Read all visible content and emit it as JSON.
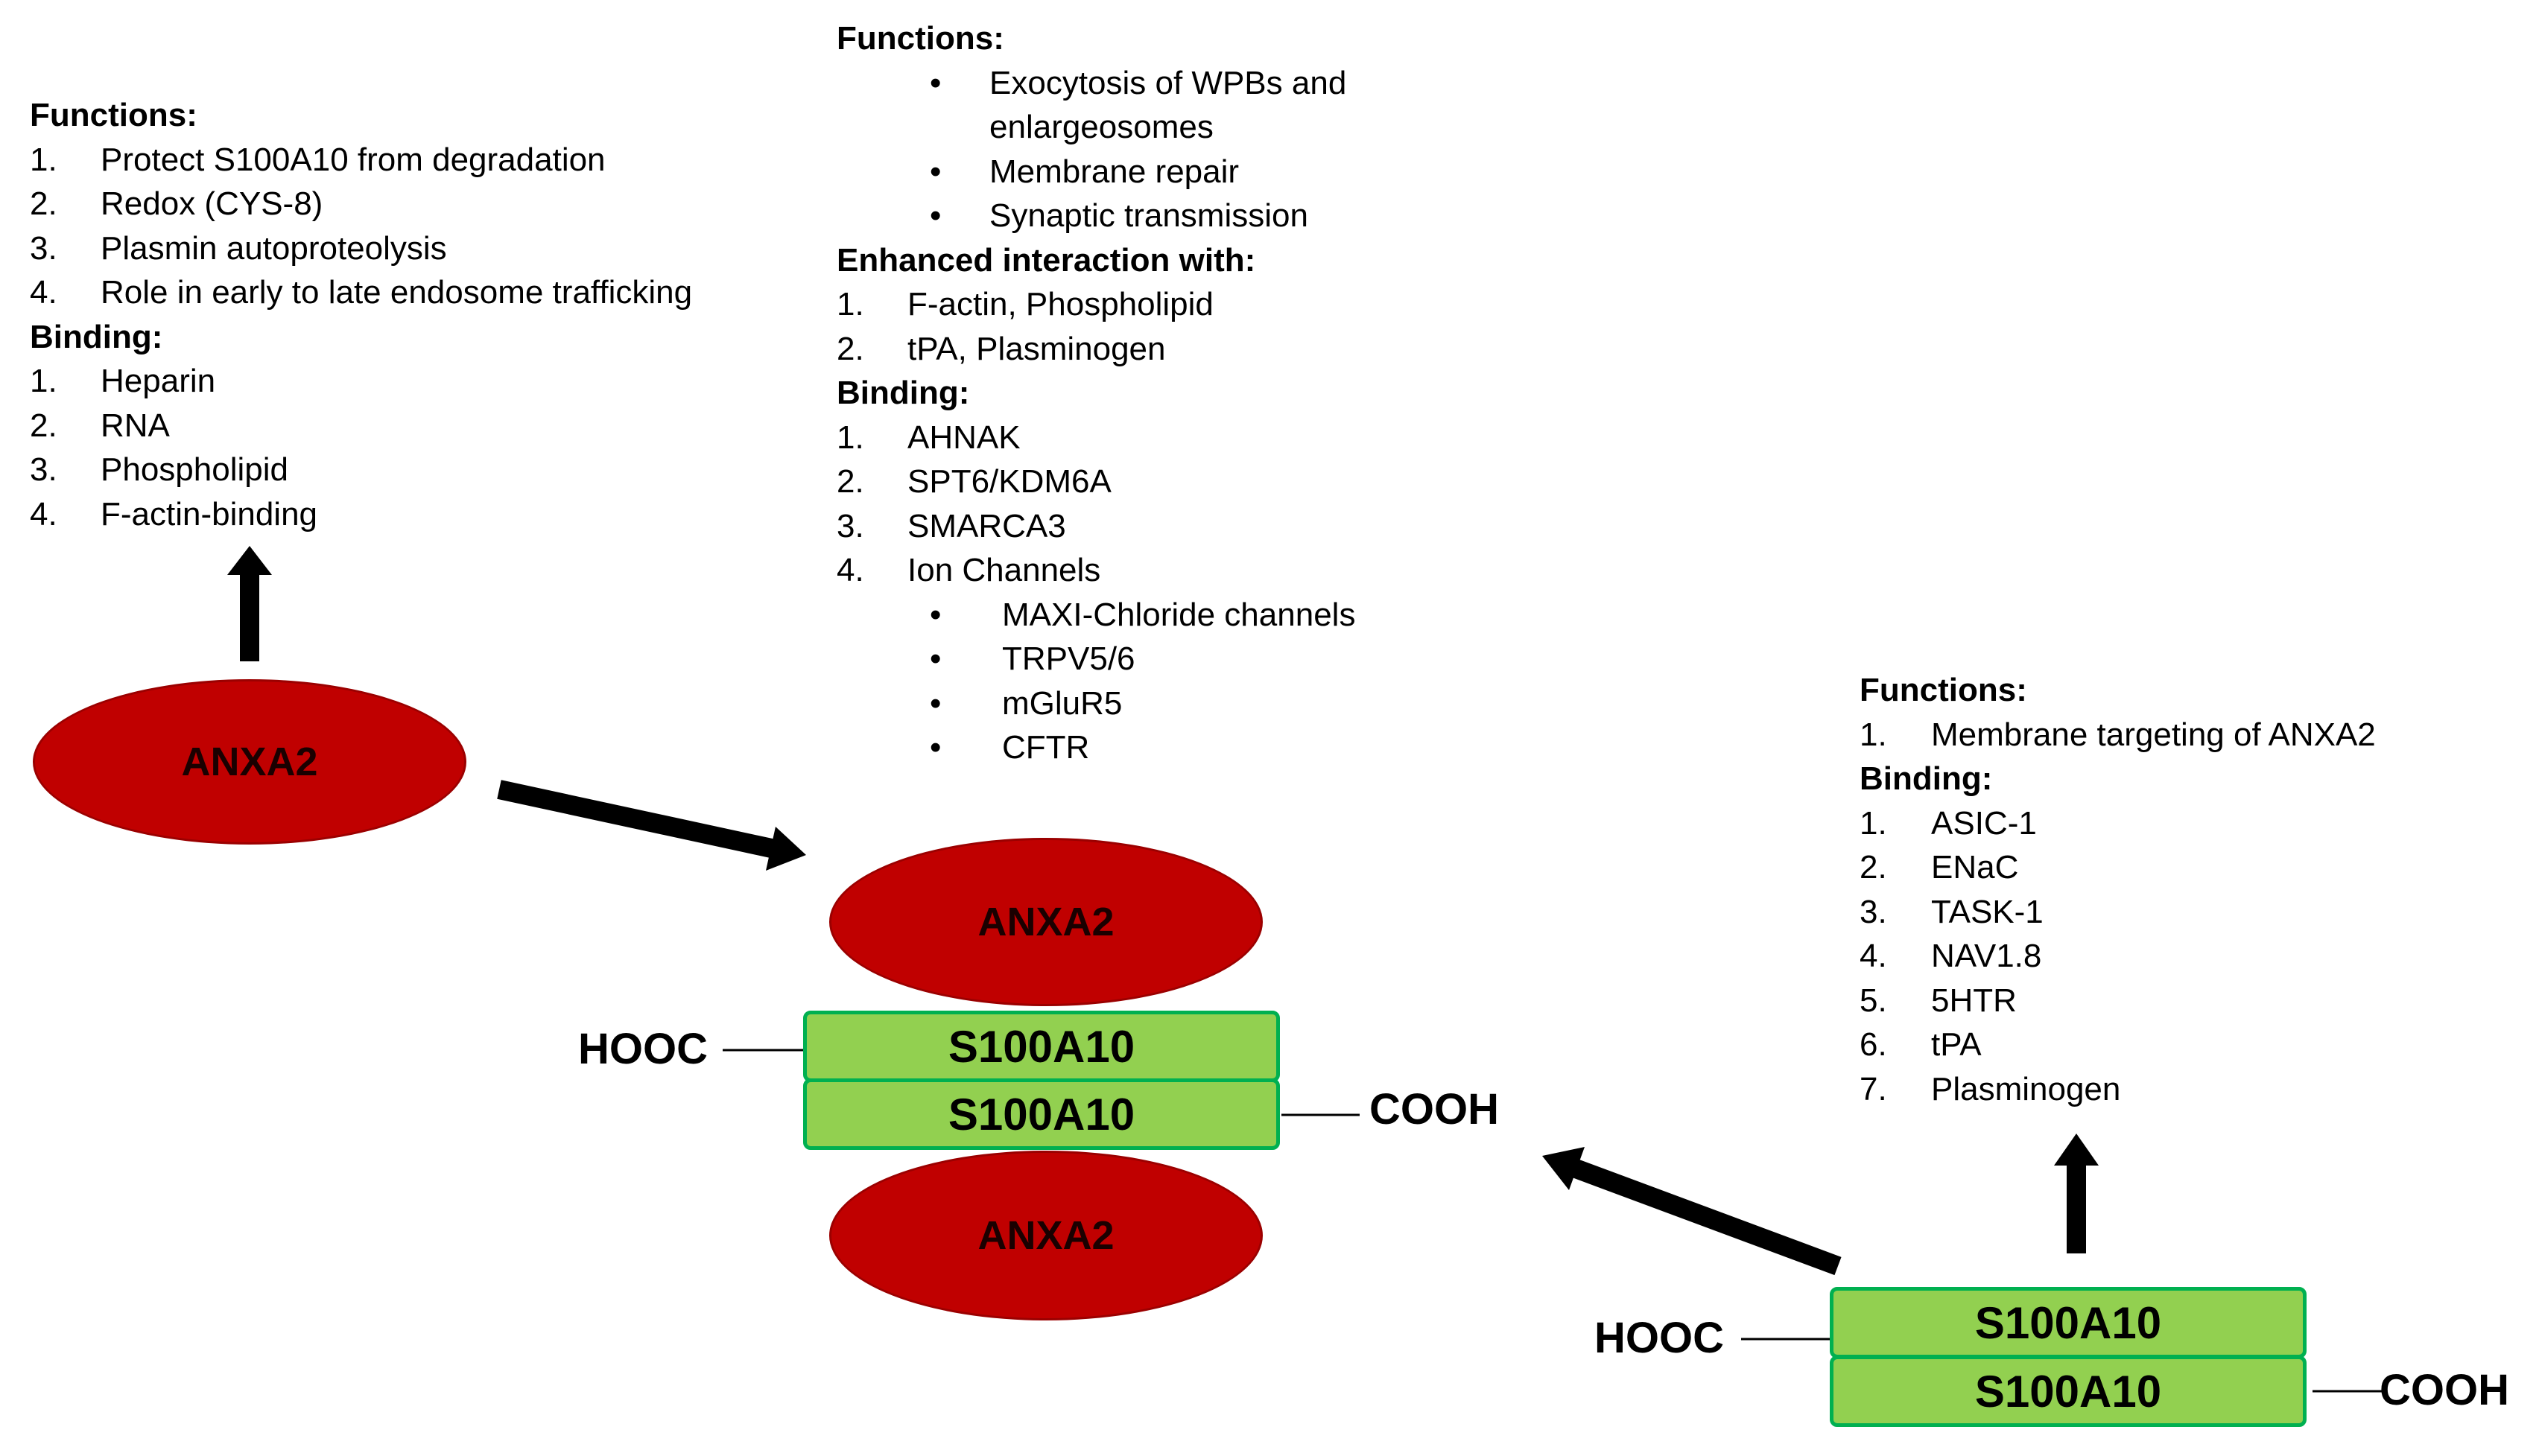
{
  "anxa2_block": {
    "functions_heading": "Functions:",
    "functions": [
      {
        "num": "1.",
        "text": "Protect S100A10 from degradation"
      },
      {
        "num": "2.",
        "text": "Redox (CYS-8)"
      },
      {
        "num": "3.",
        "text": "Plasmin autoproteolysis"
      },
      {
        "num": "4.",
        "text": "Role in early to late endosome trafficking"
      }
    ],
    "binding_heading": "Binding:",
    "binding": [
      {
        "num": "1.",
        "text": "Heparin"
      },
      {
        "num": "2.",
        "text": "RNA"
      },
      {
        "num": "3.",
        "text": "Phospholipid"
      },
      {
        "num": "4.",
        "text": "F-actin-binding"
      }
    ]
  },
  "complex_block": {
    "functions_heading": "Functions:",
    "functions": [
      "Exocytosis of WPBs and",
      "enlargeosomes",
      "Membrane repair",
      "Synaptic transmission"
    ],
    "enhanced_heading": "Enhanced interaction with:",
    "enhanced": [
      {
        "num": "1.",
        "text": "F-actin, Phospholipid"
      },
      {
        "num": "2.",
        "text": "tPA, Plasminogen"
      }
    ],
    "binding_heading": "Binding:",
    "binding": [
      {
        "num": "1.",
        "text": "AHNAK"
      },
      {
        "num": "2.",
        "text": "SPT6/KDM6A"
      },
      {
        "num": "3.",
        "text": "SMARCA3"
      },
      {
        "num": "4.",
        "text": "Ion Channels"
      }
    ],
    "ion_channels": [
      "MAXI-Chloride channels",
      "TRPV5/6",
      "mGluR5",
      "CFTR"
    ]
  },
  "s100_block": {
    "functions_heading": "Functions:",
    "functions": [
      {
        "num": "1.",
        "text": "Membrane targeting of ANXA2"
      }
    ],
    "binding_heading": "Binding:",
    "binding": [
      {
        "num": "1.",
        "text": "ASIC-1"
      },
      {
        "num": "2.",
        "text": "ENaC"
      },
      {
        "num": "3.",
        "text": "TASK-1"
      },
      {
        "num": "4.",
        "text": "NAV1.8"
      },
      {
        "num": "5.",
        "text": "5HTR"
      },
      {
        "num": "6.",
        "text": "tPA"
      },
      {
        "num": "7.",
        "text": "Plasminogen"
      }
    ]
  },
  "shapes": {
    "anxa2_monomer": "ANXA2",
    "complex_anxa2_top": "ANXA2",
    "complex_s100_top": "S100A10",
    "complex_s100_bottom": "S100A10",
    "complex_anxa2_bottom": "ANXA2",
    "dimer_s100_top": "S100A10",
    "dimer_s100_bottom": "S100A10"
  },
  "terminals": {
    "complex_hooc": "HOOC",
    "complex_cooh": "COOH",
    "dimer_hooc": "HOOC",
    "dimer_cooh": "COOH"
  },
  "colors": {
    "anxa2_fill": "#c00000",
    "s100_fill": "#92d050",
    "s100_border": "#00b050",
    "arrow": "#000000"
  }
}
